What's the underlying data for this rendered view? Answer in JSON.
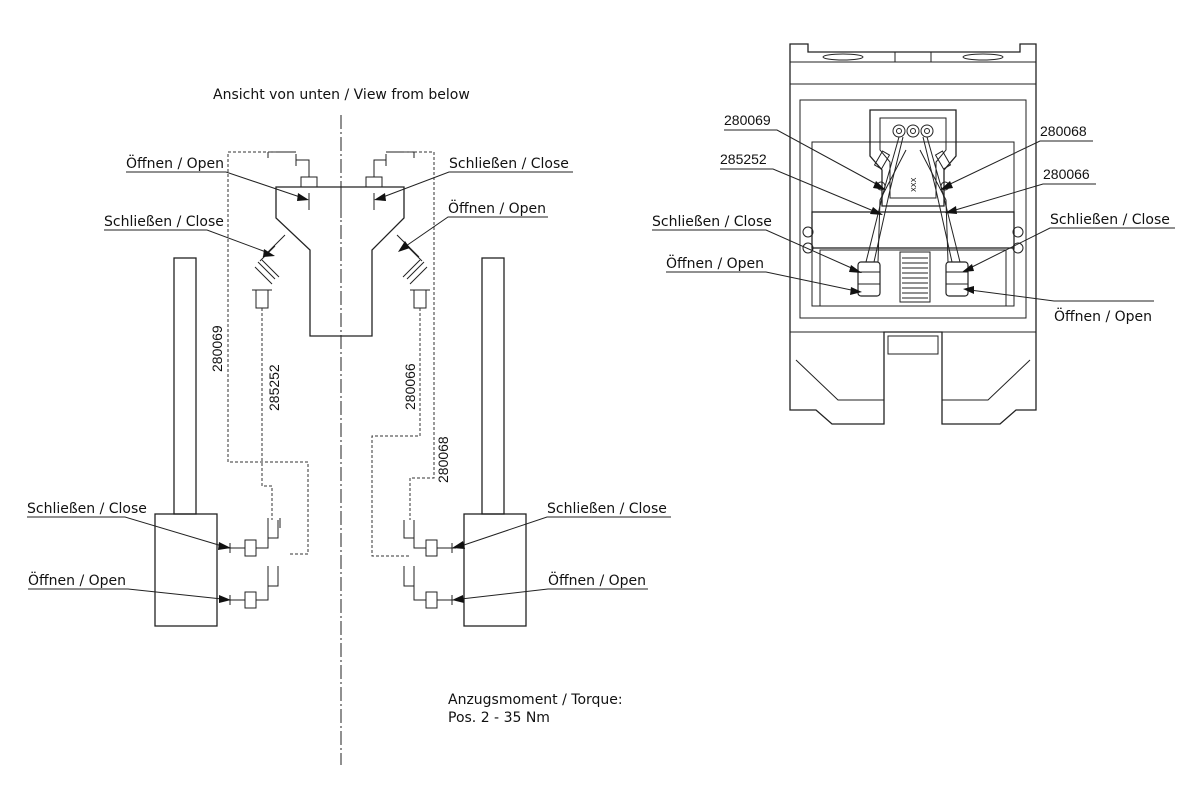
{
  "title": "Ansicht von unten / View from below",
  "labels": {
    "open": "Öffnen / Open",
    "close": "Schließen / Close"
  },
  "part_numbers": {
    "p280069": "280069",
    "p285252": "285252",
    "p280066": "280066",
    "p280068": "280068"
  },
  "torque": {
    "heading": "Anzugsmoment / Torque:",
    "value": "Pos. 2 - 35 Nm"
  },
  "device_marking": "XXX"
}
